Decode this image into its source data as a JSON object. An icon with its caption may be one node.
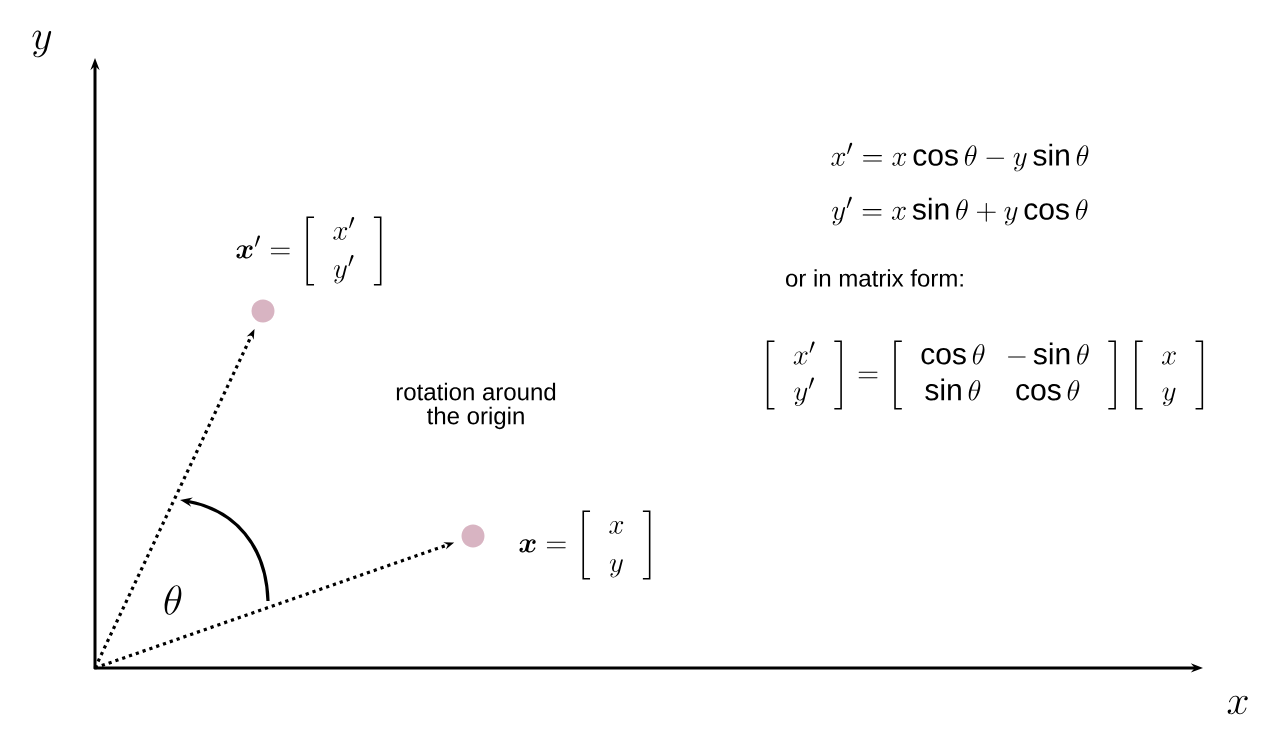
{
  "diagram": {
    "nodes": [
      {
        "text": [],
        "shape": "circle",
        "beside": [
          "\\boldsymbol{x}' = \\left[\\begin{array}{c} \\;x'\\; \\\\ \\;y'\\; \\end{array}\\right]"
        ]
      },
      {
        "text": [],
        "shape": "circle",
        "beside": [
          "\\boldsymbol{x} = \\left[\\begin{array}{c} \\;x\\; \\\\ \\;y\\; \\end{array}\\right]"
        ]
      }
    ],
    "edges": [
      {
        "from": null,
        "to": 0,
        "arrow": "to"
      },
      {
        "from": null,
        "to": 1,
        "arrow": "to"
      }
    ],
    "labels": [
      "y",
      "x' = x\\cos\\theta - y\\sin\\theta",
      "y' = x\\sin\\theta + y\\cos\\theta",
      "or in matrix form:",
      "\\left[\\begin{array}{c} \\;x'\\; \\\\ \\;y'\\; \\end{array}\\right] = \\left[\\begin{array}{cc} \\;\\cos\\theta & -\\sin\\theta\\; \\\\ \\;\\sin\\theta & \\cos\\theta\\; \\end{array}\\right] \\left[\\begin{array}{c} \\;x\\; \\\\ \\;y\\; \\end{array}\\right]",
      "rotation around the origin",
      "\\theta",
      "x"
    ]
  }
}
